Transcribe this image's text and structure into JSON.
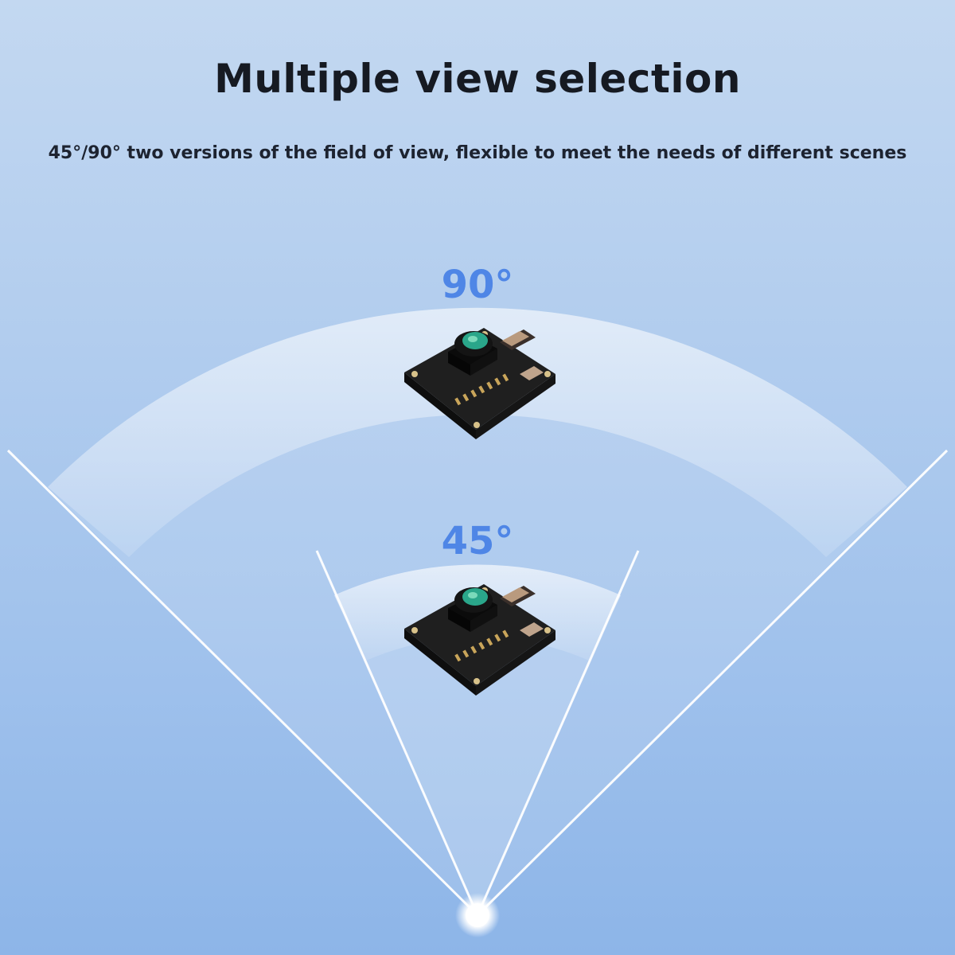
{
  "header": {
    "title": "Multiple view selection",
    "subtitle": "45°/90° two versions of the field of view, flexible to meet the needs of different scenes"
  },
  "views": {
    "wide": {
      "label": "90°"
    },
    "narrow": {
      "label": "45°"
    }
  },
  "colors": {
    "label_blue": "#4f86e6",
    "title_dark": "#161a22",
    "board_black": "#1e1e1e",
    "lens_green": "#2aa68a"
  },
  "icons": {
    "camera_module": "camera-module-icon",
    "origin_point": "origin-dot-icon"
  }
}
